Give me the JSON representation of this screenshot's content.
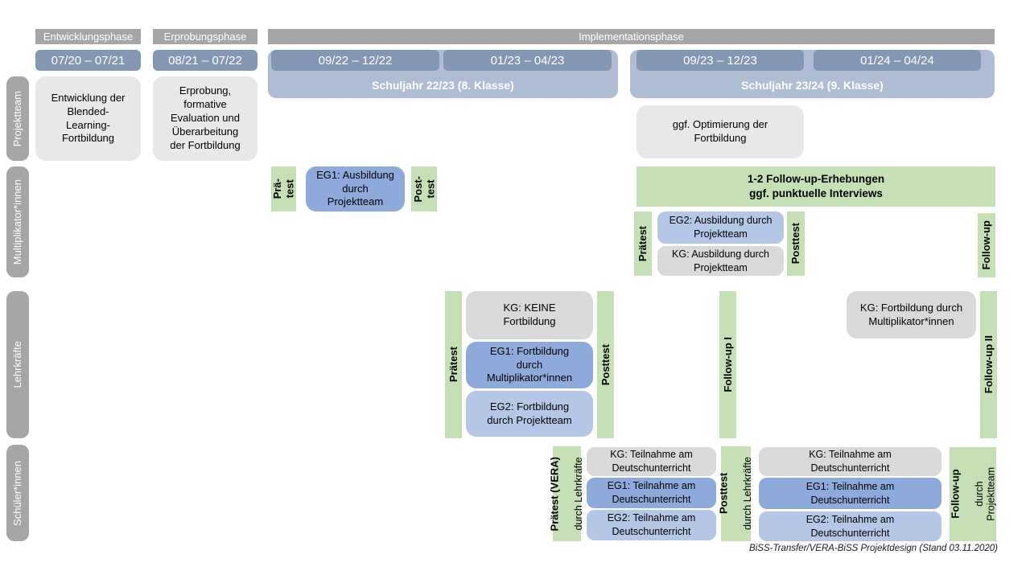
{
  "colors": {
    "phase_bar_gray": "#a6a6a6",
    "date_pill_blue": "#8397b5",
    "school_year_blue": "#aebcd4",
    "row_label_gray": "#a6a6a6",
    "box_light_gray": "#e8e8e8",
    "box_gray": "#d9d9d9",
    "box_blue_dark": "#8eaadb",
    "box_blue_light": "#b4c7e7",
    "box_green": "#c5e0b4"
  },
  "phases": [
    "Entwicklungsphase",
    "Erprobungsphase",
    "Implementationsphase"
  ],
  "dates": [
    "07/20 – 07/21",
    "08/21 – 07/22",
    "09/22 – 12/22",
    "01/23 – 04/23",
    "09/23 – 12/23",
    "01/24 – 04/24"
  ],
  "school_years": [
    "Schuljahr 22/23 (8. Klasse)",
    "Schuljahr 23/24 (9. Klasse)"
  ],
  "row_labels": [
    "Projektteam",
    "Multiplikator*innen",
    "Lehrkräfte",
    "Schüler*innen"
  ],
  "projektteam": {
    "development": "Entwicklung der\nBlended-\nLearning-\nFortbildung",
    "evaluation": "Erprobung,\nformative\nEvaluation und\nÜberarbeitung\nder Fortbildung",
    "optimization": "ggf. Optimierung der\nFortbildung"
  },
  "multiplikator": {
    "pretest_left": "Prä-\ntest",
    "eg1": "EG1: Ausbildung\ndurch\nProjektteam",
    "posttest_left": "Post-\ntest",
    "followup_box": "1-2 Follow-up-Erhebungen\nggf. punktuelle Interviews",
    "pretest_right": "Prätest",
    "eg2": "EG2: Ausbildung durch\nProjektteam",
    "kg": "KG: Ausbildung durch\nProjektteam",
    "posttest_right": "Posttest",
    "followup": "Follow-up"
  },
  "lehrkraefte": {
    "pretest": "Prätest",
    "kg_keine": "KG: KEINE\nFortbildung",
    "eg1": "EG1: Fortbildung\ndurch\nMultiplikator*innen",
    "eg2": "EG2: Fortbildung\ndurch Projektteam",
    "posttest": "Posttest",
    "followup_1": "Follow-up I",
    "kg_fortbildung": "KG: Fortbildung durch\nMultiplikator*innen",
    "followup_2": "Follow-up II"
  },
  "schueler": {
    "pretest_main": "Prätest (VERA)",
    "pretest_sub": "durch  Lehrkräfte",
    "term1": {
      "kg": "KG: Teilnahme am\nDeutschunterricht",
      "eg1": "EG1: Teilnahme am\nDeutschunterricht",
      "eg2": "EG2: Teilnahme am\nDeutschunterricht"
    },
    "posttest_main": "Posttest",
    "posttest_sub": "durch  Lehrkräfte",
    "term2": {
      "kg": "KG: Teilnahme am\nDeutschunterricht",
      "eg1": "EG1: Teilnahme am\nDeutschunterricht",
      "eg2": "EG2: Teilnahme am\nDeutschunterricht"
    },
    "followup_main": "Follow-up",
    "followup_sub": "durch\nProjektteam"
  },
  "caption": "BiSS-Transfer/VERA-BiSS Projektdesign (Stand 03.11.2020)"
}
